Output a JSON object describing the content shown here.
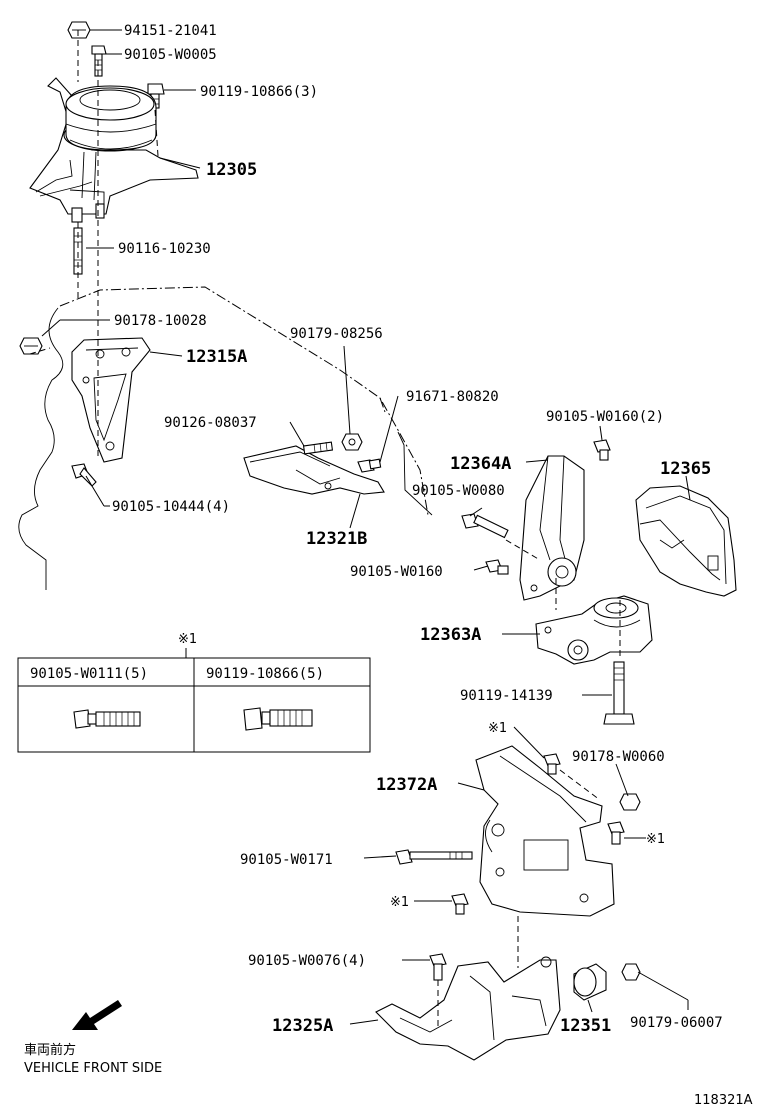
{
  "parts": {
    "p94151_21041": "94151-21041",
    "p90105_W0005": "90105-W0005",
    "p90119_10866_3": "90119-10866(3)",
    "p12305": "12305",
    "p90116_10230": "90116-10230",
    "p90178_10028": "90178-10028",
    "p12315A": "12315A",
    "p90179_08256": "90179-08256",
    "p91671_80820": "91671-80820",
    "p90126_08037": "90126-08037",
    "p90105_10444_4": "90105-10444(4)",
    "p12321B": "12321B",
    "p90105_W0160_2": "90105-W0160(2)",
    "p12364A": "12364A",
    "p12365": "12365",
    "p90105_W0080": "90105-W0080",
    "p90105_W0160": "90105-W0160",
    "p12363A": "12363A",
    "p90119_14139": "90119-14139",
    "ref1_a": "※1",
    "p90178_W0060": "90178-W0060",
    "p12372A": "12372A",
    "ref1_b": "※1",
    "p90105_W0171": "90105-W0171",
    "ref1_c": "※1",
    "p90105_W0076_4": "90105-W0076(4)",
    "p12325A": "12325A",
    "p12351": "12351",
    "p90179_06007": "90179-06007"
  },
  "table": {
    "ref_mark": "※1",
    "col1": "90105-W0111(5)",
    "col2": "90119-10866(5)"
  },
  "direction": {
    "label_jp": "車両前方",
    "label_en": "VEHICLE FRONT SIDE"
  },
  "figure_id": "118321A"
}
